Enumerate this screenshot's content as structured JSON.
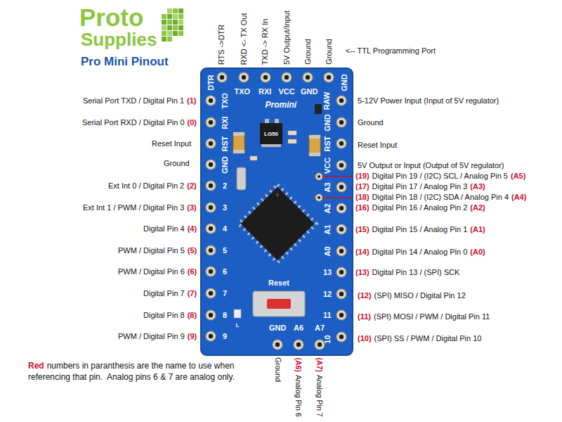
{
  "diagram": {
    "title": "Pro Mini Pinout",
    "nodes": [
      {
        "text": [
          "DTR",
          "TXO",
          "RXI",
          "VCC",
          "GND",
          "GND",
          "Promini",
          "TXO",
          "RAW",
          "RXI",
          "GND",
          "LG50",
          "RST",
          "RST",
          "GND",
          "VCC",
          "2",
          "A3",
          "3",
          "A2",
          "4",
          "A1",
          "5",
          "A0",
          "6",
          "13",
          "Reset",
          "7",
          "12",
          "8",
          "11",
          "L",
          "GND",
          "A6",
          "A7",
          "9",
          "10"
        ]
      }
    ],
    "labels": [
      "Proto",
      "Supplies",
      "RTS ->DTR",
      "RXD <- TX Out",
      "TXD -> RX In",
      "5V Output/Input",
      "Ground",
      "Ground",
      "<-- TTL Programming Port",
      "Serial Port TXD / Digital Pin 1",
      "(1)",
      "5-12V Power Input (Input of 5V regulator)",
      "Serial Port RXD / Digital Pin 0",
      "(0)",
      "Ground",
      "Reset Input",
      "Reset Input",
      "Ground",
      "5V Output or Input (Output of 5V regulator)",
      "(19)",
      "Digital Pin 19 / (I2C) SCL / Analog Pin 5",
      "(A5)",
      "Ext Int 0 / Digital Pin 2",
      "(2)",
      "(17)",
      "Digital Pin 17 / Analog Pin 3",
      "(A3)",
      "(18)",
      "Digital Pin 18 / (I2C) SDA / Analog Pin 4",
      "(A4)",
      "Ext Int 1 / PWM / Digital Pin 3",
      "(3)",
      "(16)",
      "Digital Pin 16 / Analog Pin 2",
      "(A2)",
      "Digital Pin 4",
      "(4)",
      "(15)",
      "Digital Pin 15 / Analog Pin 1",
      "(A1)",
      "PWM / Digital Pin 5",
      "(5)",
      "(14)",
      "Digital Pin 14 / Analog Pin 0",
      "(A0)",
      "PWM / Digital Pin 6",
      "(6)",
      "(13)",
      "Digital Pin 13 / (SPI) SCK",
      "Digital Pin 7",
      "(7)",
      "(12)",
      "(SPI) MISO / Digital Pin 12",
      "Digital Pin 8",
      "(8)",
      "(11)",
      "(SPI) MOSI / PWM / Digital Pin 11",
      "PWM / Digital Pin 9",
      "(9)",
      "(10)",
      "(SPI) SS / PWM / Digital Pin 10",
      "Ground",
      "(A6)",
      "Analog Pin 6",
      "(A7)",
      "Analog Pin 7",
      "Red",
      "numbers in paranthesis are the name to use when referencing that pin.  Analog pins 6 & 7 are analog only."
    ]
  }
}
